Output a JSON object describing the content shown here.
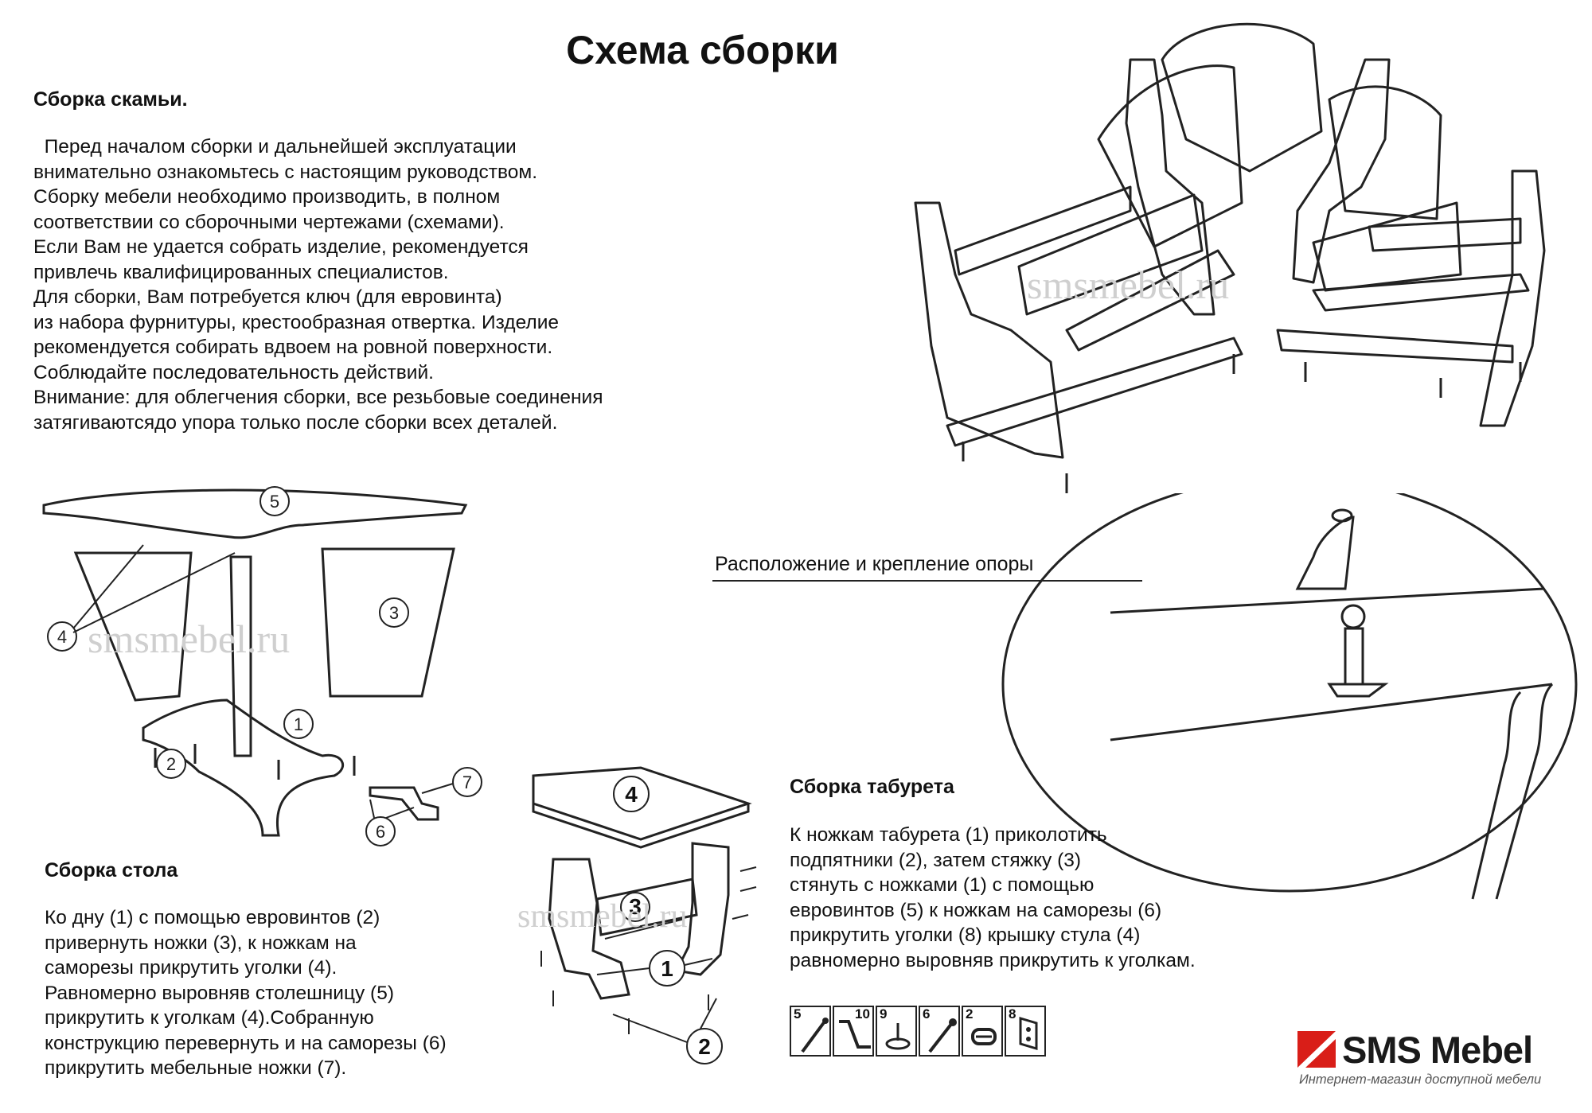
{
  "title": "Схема сборки",
  "bench": {
    "heading": "Сборка скамьи.",
    "lines": [
      "  Перед началом сборки и дальнейшей эксплуатации",
      "внимательно ознакомьтесь с настоящим руководством.",
      "Сборку мебели необходимо производить, в полном",
      "соответствии со сборочными чертежами (схемами).",
      "Если Вам не удается собрать изделие, рекомендуется",
      "привлечь квалифицированных специалистов.",
      "Для сборки, Вам потребуется ключ (для евровинта)",
      "из набора фурнитуры, крестообразная отвертка. Изделие",
      "рекомендуется собирать вдвоем на ровной поверхности.",
      "Соблюдайте последовательность действий.",
      "Внимание: для облегчения сборки, все резьбовые соединения",
      "затягиваютсядо упора только после сборки всех деталей."
    ]
  },
  "support": {
    "label": "Расположение и крепление опоры"
  },
  "table": {
    "heading": "Сборка стола",
    "lines": [
      "Ко дну (1) с помощью евровинтов (2)",
      "привернуть ножки (3), к ножкам на",
      "саморезы прикрутить уголки (4).",
      "Равномерно выровняв столешницу (5)",
      "прикрутить к уголкам (4).Собранную",
      "конструкцию перевернуть и на саморезы (6)",
      "прикрутить мебельные ножки (7)."
    ],
    "callouts": [
      "5",
      "4",
      "3",
      "2",
      "1",
      "7",
      "6"
    ]
  },
  "stool": {
    "heading": "Сборка табурета",
    "lines": [
      "К ножкам табурета (1) приколотить",
      "подпятники (2), затем стяжку (3)",
      "стянуть с ножками (1) с помощью",
      "евровинтов (5) к ножкам на саморезы (6)",
      "прикрутить уголки (8) крышку стула (4)",
      "равномерно выровняв прикрутить к уголкам."
    ],
    "callouts": [
      "4",
      "3",
      "1",
      "2"
    ]
  },
  "watermark": "smsmebel.ru",
  "tools": [
    {
      "num": "5",
      "icon": "screw-icon"
    },
    {
      "num": "10",
      "icon": "hex-key-icon"
    },
    {
      "num": "9",
      "icon": "furniture-glide-icon"
    },
    {
      "num": "6",
      "icon": "self-tapping-screw-icon"
    },
    {
      "num": "2",
      "icon": "glide-pad-icon"
    },
    {
      "num": "8",
      "icon": "corner-bracket-icon"
    }
  ],
  "logo": {
    "brand": "SMS Mebel",
    "tagline": "Интернет-магазин доступной мебели",
    "accent": "#d91e18"
  }
}
